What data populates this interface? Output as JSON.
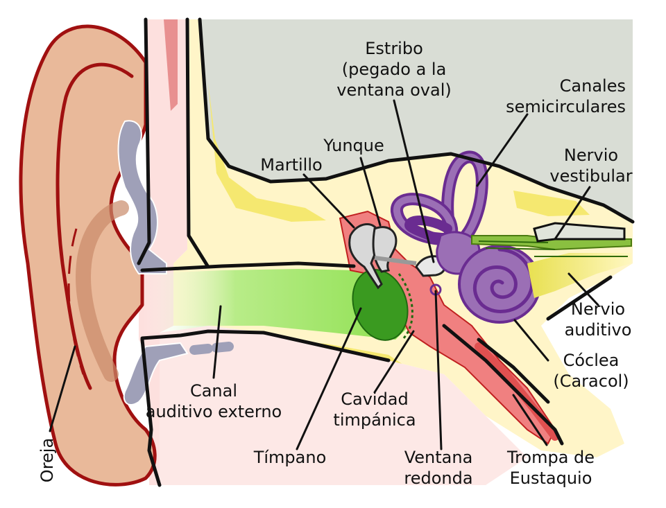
{
  "labels": {
    "estribo_1": "Estribo",
    "estribo_2": "(pegado a la",
    "estribo_3": "ventana oval)",
    "canales_1": "Canales",
    "canales_2": "semicirculares",
    "yunque": "Yunque",
    "martillo": "Martillo",
    "nervio_vest_1": "Nervio",
    "nervio_vest_2": "vestibular",
    "nervio_aud_1": "Nervio",
    "nervio_aud_2": "auditivo",
    "coclea_1": "Cóclea",
    "coclea_2": "(Caracol)",
    "canal_1": "Canal",
    "canal_2": "auditivo externo",
    "cavidad_1": "Cavidad",
    "cavidad_2": "timpánica",
    "timpano": "Tímpano",
    "ventana_1": "Ventana",
    "ventana_2": "redonda",
    "trompa_1": "Trompa de",
    "trompa_2": "Eustaquio",
    "oreja": "Oreja"
  },
  "colors": {
    "skin": "#e9b99a",
    "skin_dark": "#c98a6a",
    "ear_outline": "#a01010",
    "bone_gray": "#d9ddd5",
    "cartilage": "#9fa0b8",
    "canal_green": "#8ee050",
    "eardrum_green": "#3a9a20",
    "cavity_red": "#f08080",
    "bone_yellow": "#fff5c8",
    "yellow": "#f5e870",
    "inner_purple": "#9b6fb5",
    "inner_purple_dark": "#6a2c91",
    "nerve_green": "#8ac040",
    "pink_tissue": "#fde0de"
  }
}
